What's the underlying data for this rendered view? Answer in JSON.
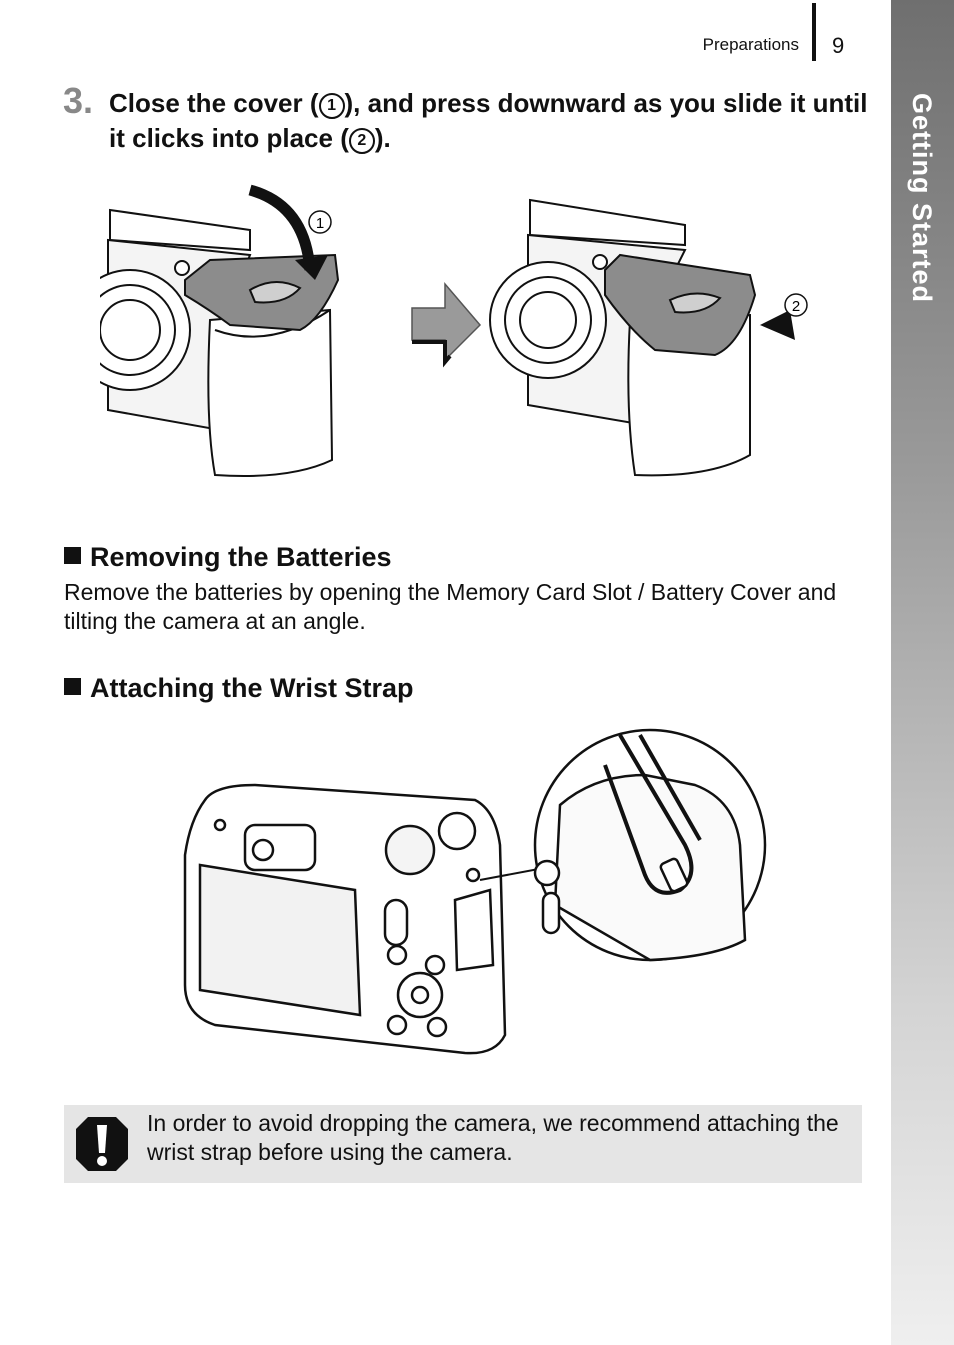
{
  "header": {
    "section": "Preparations",
    "page_number": "9"
  },
  "side_tab": {
    "label": "Getting Started"
  },
  "step": {
    "number": "3",
    "number_suffix": ".",
    "text_before_1": "Close the cover (",
    "marker_1": "1",
    "text_between": "), and press downward as you slide it until it clicks into place (",
    "marker_2": "2",
    "text_after_2": ")."
  },
  "figure_top": {
    "callout_1": "1",
    "callout_2": "2"
  },
  "removing": {
    "heading": "Removing the Batteries",
    "body": "Remove the batteries by opening the Memory Card Slot / Battery Cover and tilting the camera at an angle."
  },
  "strap": {
    "heading": "Attaching the Wrist Strap"
  },
  "caution": {
    "icon": "caution-exclamation-icon",
    "text": "In order to avoid dropping the camera, we recommend attaching the wrist strap before using the camera."
  },
  "colors": {
    "side_tab_top": "#6f6f6f",
    "caution_bg": "#e5e5e5",
    "step_number": "#888888"
  }
}
